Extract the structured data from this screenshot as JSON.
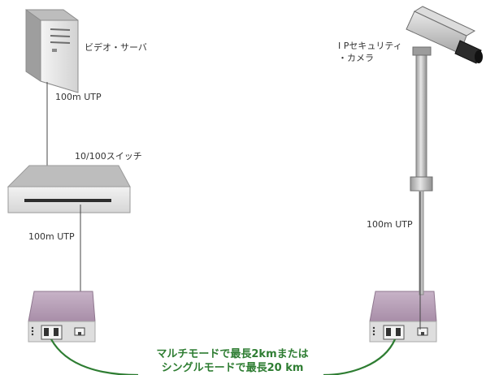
{
  "labels": {
    "video_server": "ビデオ・サーバ",
    "server_cable": "100m UTP",
    "switch": "10/100スイッチ",
    "switch_cable": "100m UTP",
    "camera_line1": "I Pセキュリティ",
    "camera_line2": "・カメラ",
    "camera_cable": "100m UTP",
    "fiber_line1": "マルチモードで最長2kmまたは",
    "fiber_line2": "シングルモードで最長20 km"
  },
  "colors": {
    "fiber": "#2e7d32",
    "converter_top": "#b49ab4",
    "device_gray": "#c9c9c9"
  },
  "icons": [
    "server-icon",
    "switch-icon",
    "media-converter-icon",
    "ip-camera-icon"
  ]
}
